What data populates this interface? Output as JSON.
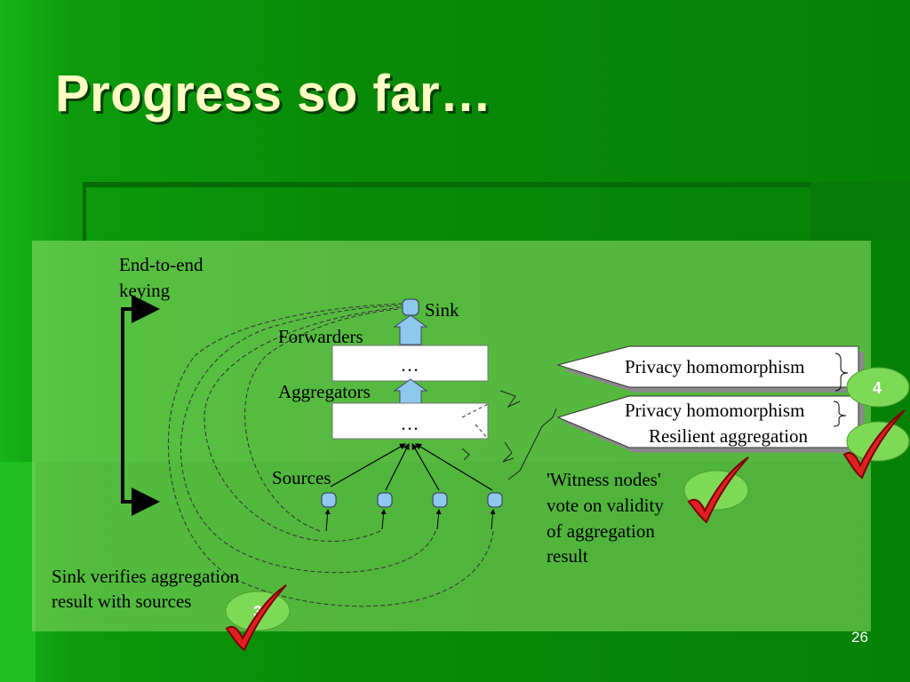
{
  "title": "Progress so far…",
  "diagram": {
    "end_to_end_line1": "End-to-end",
    "end_to_end_line2": "keying",
    "sink": "Sink",
    "forwarders": "Forwarders",
    "aggregators": "Aggregators",
    "sources": "Sources",
    "forwarders_box": "…",
    "aggregators_box": "…",
    "callout_privacy_1": "Privacy homomorphism",
    "callout_privacy_2": "Privacy homomorphism",
    "callout_resilient": "Resilient aggregation",
    "witness_line1": "'Witness nodes'",
    "witness_line2": "vote on validity",
    "witness_line3": "of aggregation",
    "witness_line4": "result",
    "sink_verify_line1": "Sink verifies aggregation",
    "sink_verify_line2": "result with sources",
    "badge_top": "4",
    "badge_bottom": "3"
  },
  "page_number": "26",
  "colors": {
    "title": "#ffffc4",
    "node": "#8ec8ee",
    "badge": "#7ed957",
    "check": "#e02020"
  },
  "icons": [
    "check-mark-icon",
    "node-icon",
    "up-arrow-icon",
    "bracket-arrow-icon"
  ]
}
